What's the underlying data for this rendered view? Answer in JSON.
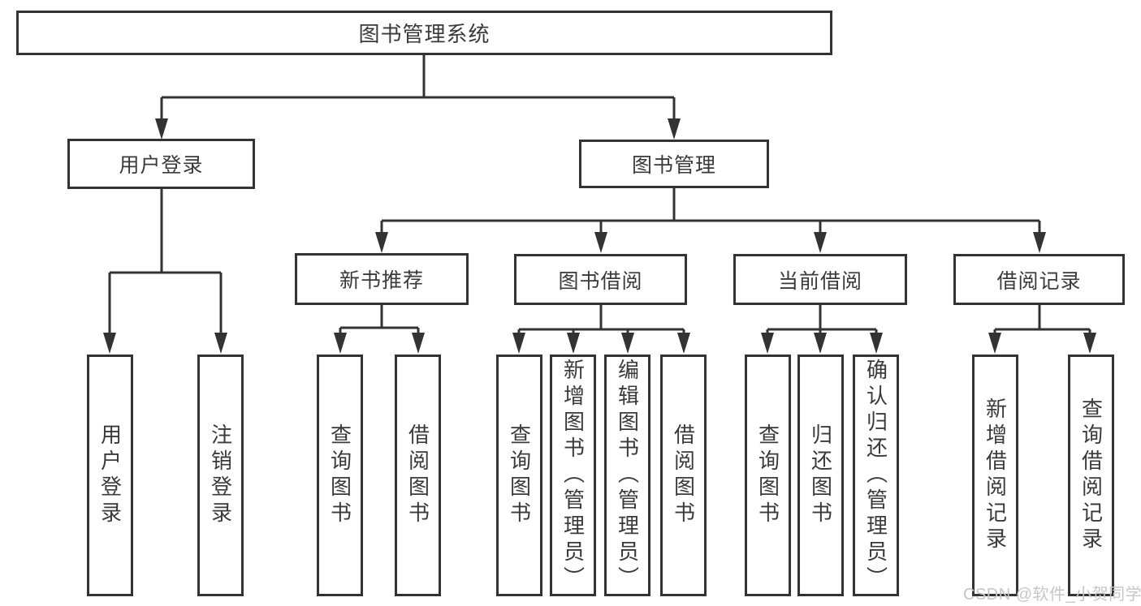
{
  "tree": {
    "root": "图书管理系统",
    "children": [
      {
        "label": "用户登录",
        "children": [
          "用户登录",
          "注销登录"
        ]
      },
      {
        "label": "图书管理",
        "children": [
          {
            "label": "新书推荐",
            "children": [
              "查询图书",
              "借阅图书"
            ]
          },
          {
            "label": "图书借阅",
            "children": [
              "查询图书",
              "新增图书（管理员）",
              "编辑图书（管理员）",
              "借阅图书"
            ]
          },
          {
            "label": "当前借阅",
            "children": [
              "查询图书",
              "归还图书",
              "确认归还（管理员）"
            ]
          },
          {
            "label": "借阅记录",
            "children": [
              "新增借阅记录",
              "查询借阅记录"
            ]
          }
        ]
      }
    ]
  },
  "watermark": {
    "text": "CSDN @软件_小贺同学"
  },
  "colors": {
    "line": "#333333",
    "box_border": "#333333",
    "text": "#3a3a3a",
    "watermark": "#c6c6c6",
    "background": "#ffffff"
  }
}
